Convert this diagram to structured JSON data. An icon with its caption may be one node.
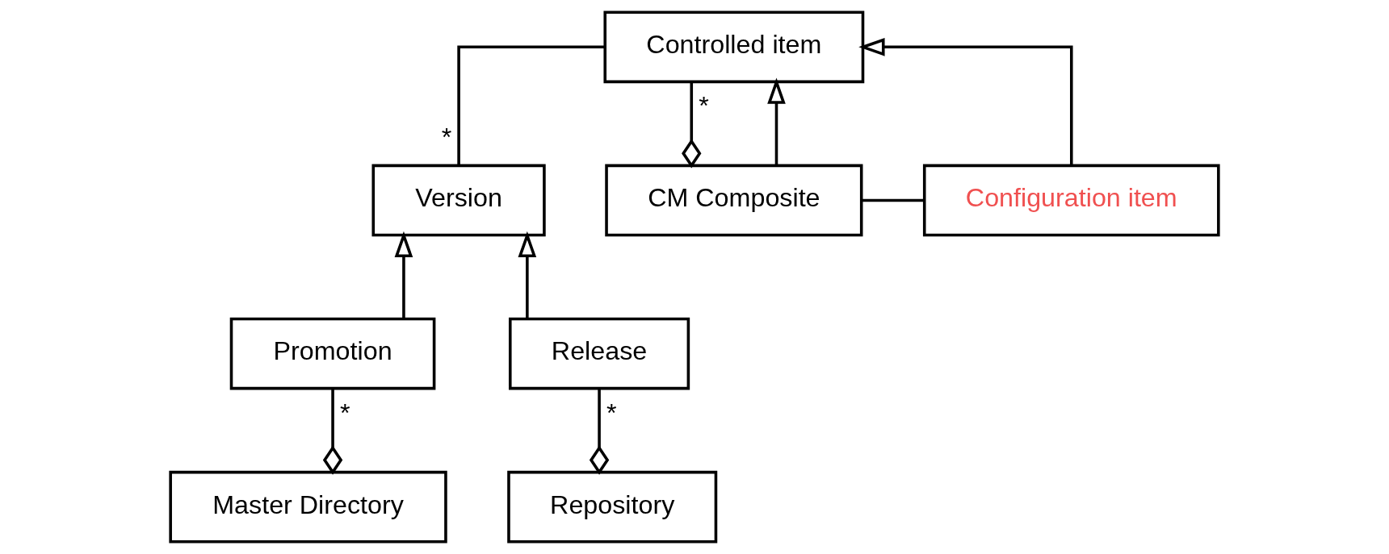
{
  "diagram": {
    "nodes": [
      {
        "text": [
          "Controlled item"
        ]
      },
      {
        "text": [
          "CM Composite"
        ]
      },
      {
        "text": [
          "Configuration item"
        ]
      },
      {
        "text": [
          "Version"
        ]
      },
      {
        "text": [
          "Promotion"
        ]
      },
      {
        "text": [
          "Release"
        ]
      },
      {
        "text": [
          "Master Directory"
        ]
      },
      {
        "text": [
          "Repository"
        ]
      }
    ],
    "edges": [
      {
        "from": 1,
        "to": 0,
        "arrow": "other",
        "label": "*"
      },
      {
        "from": 1,
        "to": 0,
        "arrow": "to"
      },
      {
        "from": 2,
        "to": 0,
        "arrow": "to"
      },
      {
        "from": 1,
        "to": 2,
        "arrow": "none"
      },
      {
        "from": 0,
        "to": 3,
        "arrow": "none",
        "label": "*"
      },
      {
        "from": 4,
        "to": 3,
        "arrow": "to"
      },
      {
        "from": 5,
        "to": 3,
        "arrow": "to"
      },
      {
        "from": 6,
        "to": 4,
        "arrow": "other",
        "label": "*"
      },
      {
        "from": 7,
        "to": 5,
        "arrow": "other",
        "label": "*"
      }
    ]
  }
}
